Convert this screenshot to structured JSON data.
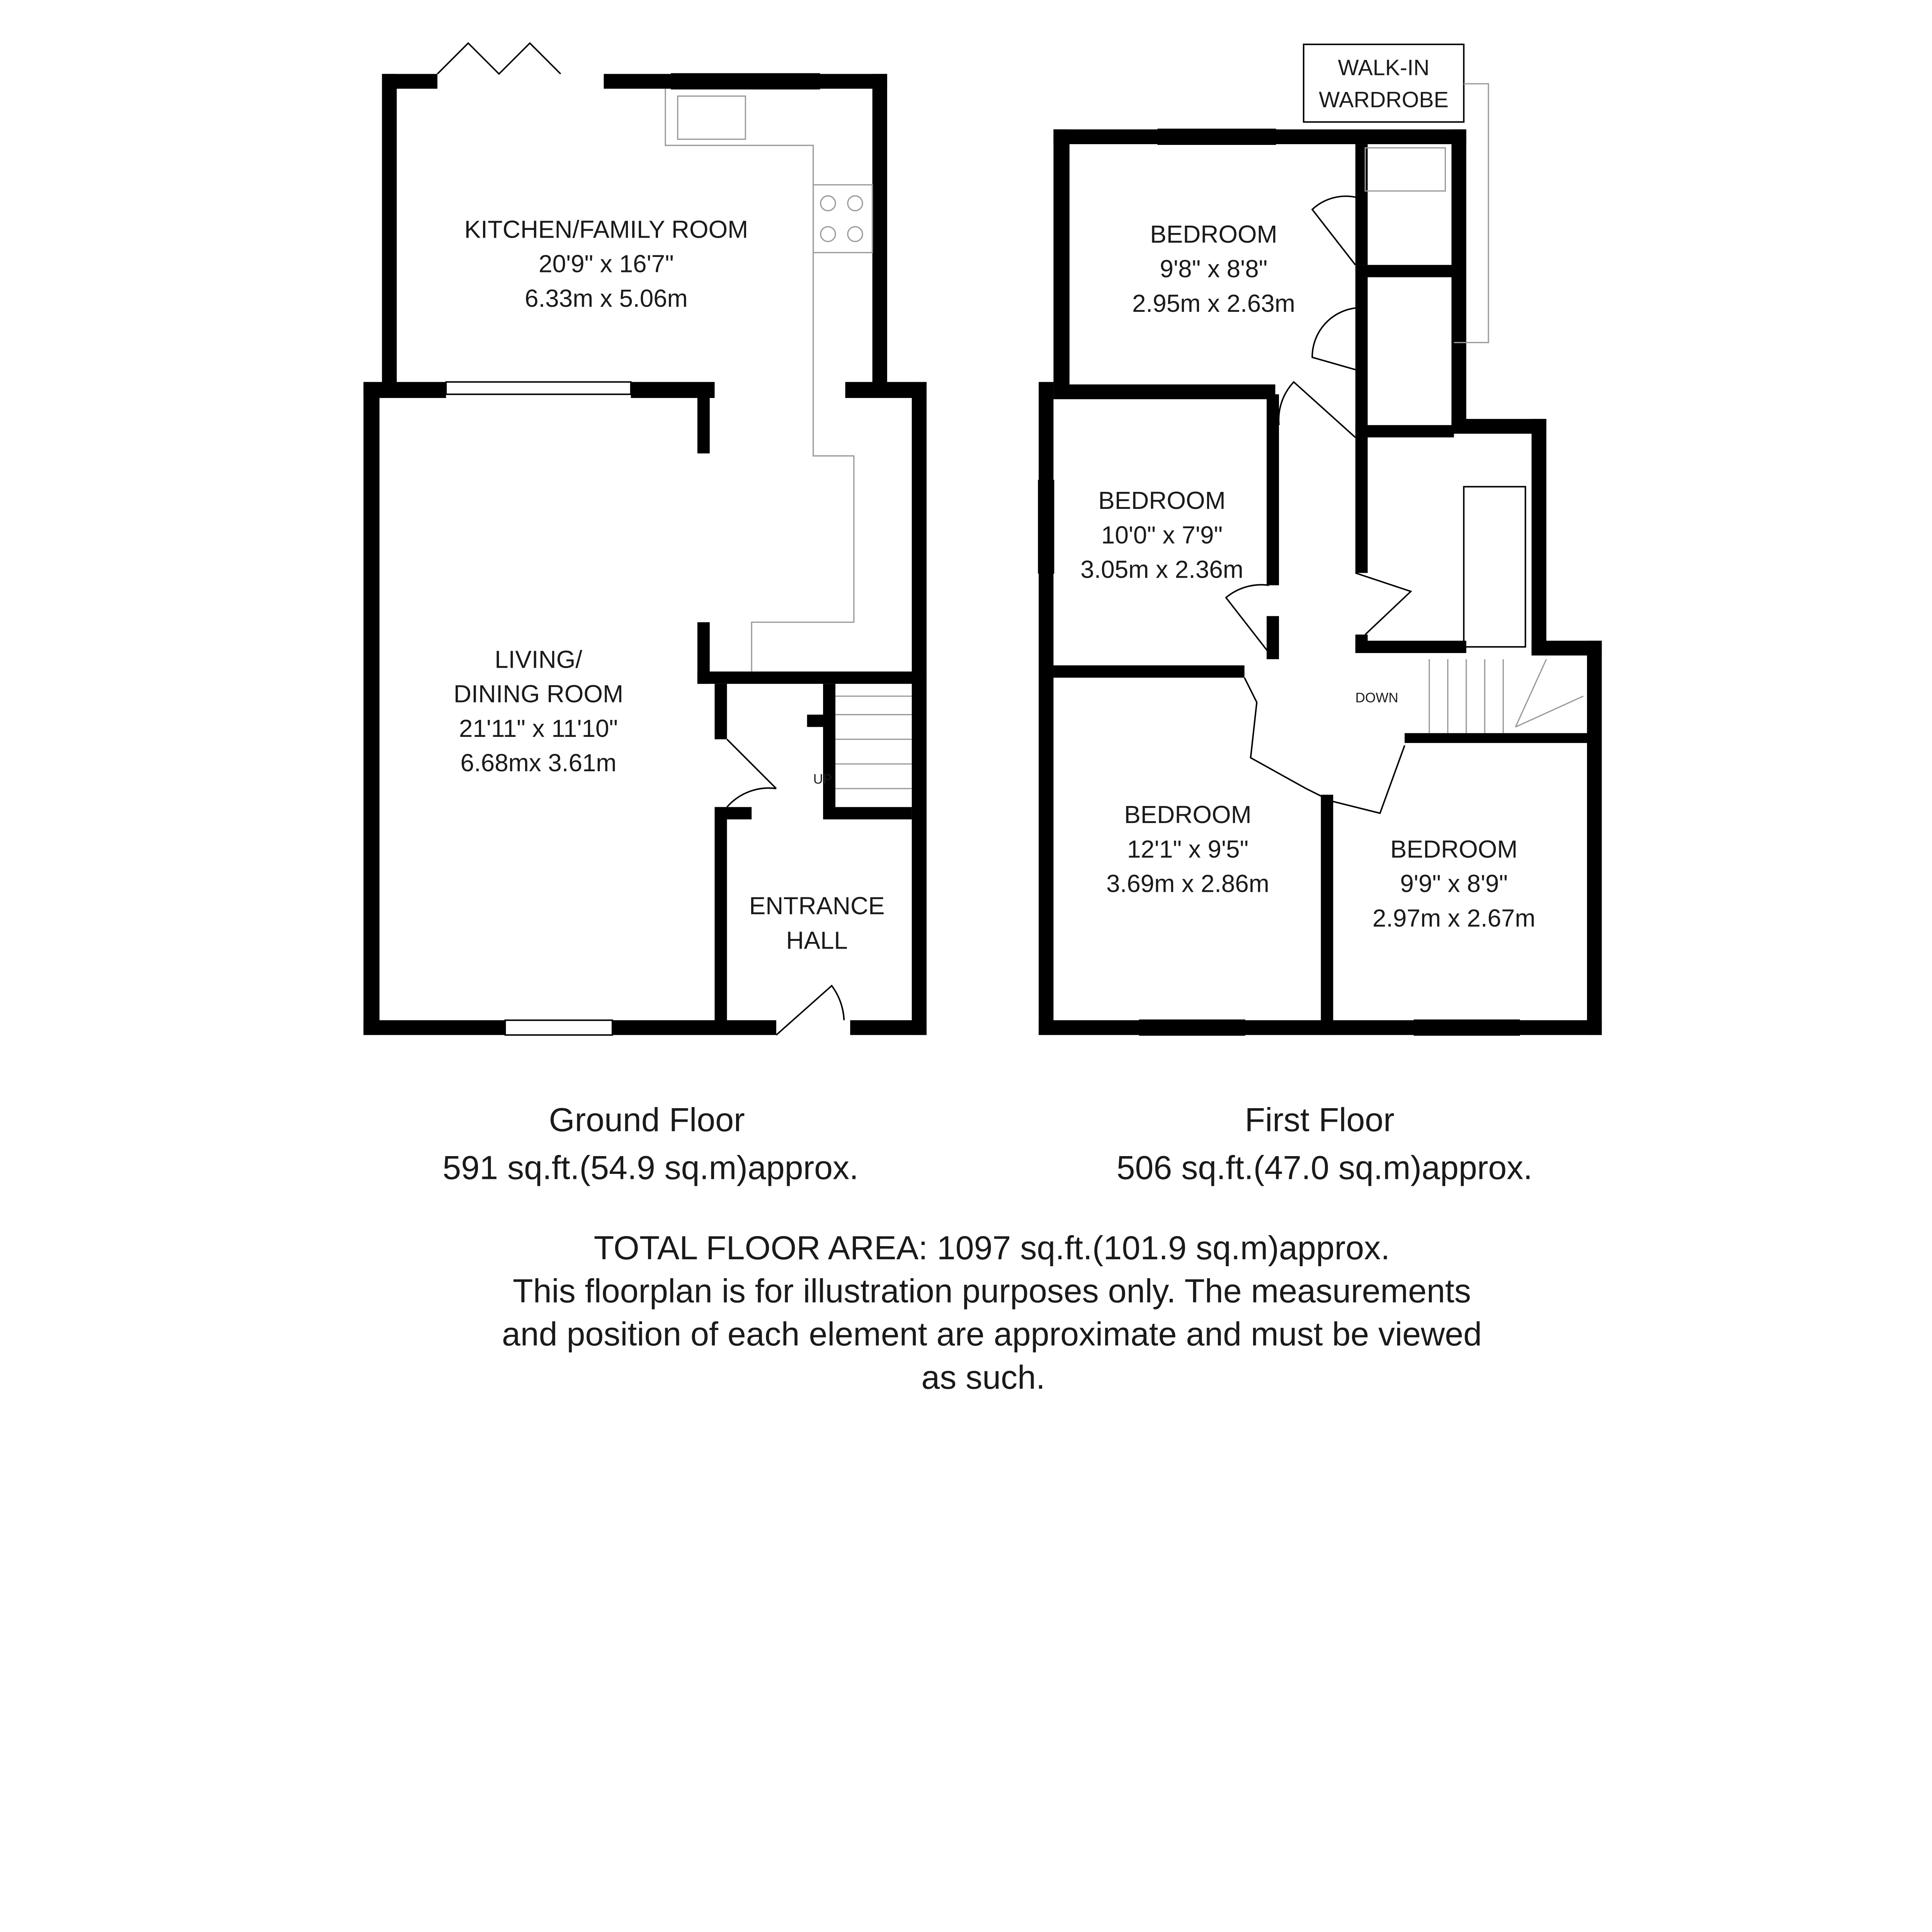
{
  "ground_floor": {
    "rooms": [
      {
        "name": "KITCHEN/FAMILY ROOM",
        "imperial": "20'9\" x 16'7\"",
        "metric": "6.33m x 5.06m"
      },
      {
        "name_line1": "LIVING/",
        "name_line2": "DINING ROOM",
        "imperial": "21'11\" x 11'10\"",
        "metric": "6.68mx 3.61m"
      },
      {
        "name_line1": "ENTRANCE",
        "name_line2": "HALL"
      }
    ],
    "stairs_label": "UP",
    "title": "Ground Floor",
    "area": "591 sq.ft.(54.9 sq.m)approx."
  },
  "first_floor": {
    "rooms": [
      {
        "name": "BEDROOM",
        "imperial": "9'8\" x 8'8\"",
        "metric": "2.95m x 2.63m"
      },
      {
        "name": "BEDROOM",
        "imperial": "10'0\" x 7'9\"",
        "metric": "3.05m x 2.36m"
      },
      {
        "name": "BEDROOM",
        "imperial": "12'1\" x 9'5\"",
        "metric": "3.69m x 2.86m"
      },
      {
        "name": "BEDROOM",
        "imperial": "9'9\" x 8'9\"",
        "metric": "2.97m x 2.67m"
      }
    ],
    "wardrobe_line1": "WALK-IN",
    "wardrobe_line2": "WARDROBE",
    "stairs_label": "DOWN",
    "title": "First Floor",
    "area": "506 sq.ft.(47.0 sq.m)approx."
  },
  "footer": {
    "total": "TOTAL FLOOR AREA: 1097 sq.ft.(101.9 sq.m)approx.",
    "disclaimer_1": "This floorplan is for illustration purposes only. The measurements",
    "disclaimer_2": "and position of each element are approximate and must be viewed",
    "disclaimer_3": "as such."
  }
}
